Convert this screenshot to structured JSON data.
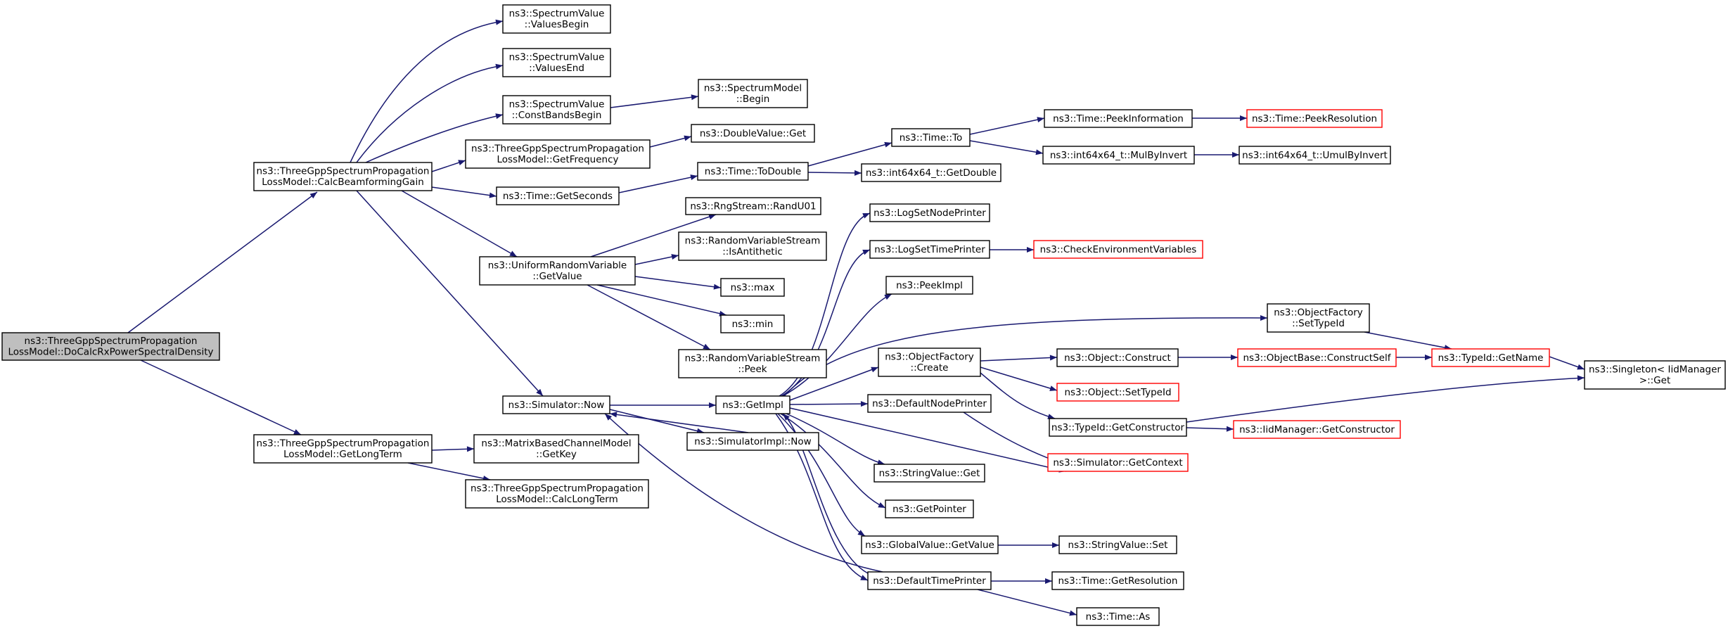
{
  "graph": {
    "nodes": [
      {
        "id": "root",
        "lines": [
          "ns3::ThreeGppSpectrumPropagation",
          "LossModel::DoCalcRxPowerSpectralDensity"
        ],
        "kind": "root"
      },
      {
        "id": "calcBeam",
        "lines": [
          "ns3::ThreeGppSpectrumPropagation",
          "LossModel::CalcBeamformingGain"
        ]
      },
      {
        "id": "getLongTerm",
        "lines": [
          "ns3::ThreeGppSpectrumPropagation",
          "LossModel::GetLongTerm"
        ]
      },
      {
        "id": "valuesBegin",
        "lines": [
          "ns3::SpectrumValue",
          "::ValuesBegin"
        ]
      },
      {
        "id": "valuesEnd",
        "lines": [
          "ns3::SpectrumValue",
          "::ValuesEnd"
        ]
      },
      {
        "id": "constBandsBegin",
        "lines": [
          "ns3::SpectrumValue",
          "::ConstBandsBegin"
        ]
      },
      {
        "id": "getFrequency",
        "lines": [
          "ns3::ThreeGppSpectrumPropagation",
          "LossModel::GetFrequency"
        ]
      },
      {
        "id": "getSeconds",
        "lines": [
          "ns3::Time::GetSeconds"
        ]
      },
      {
        "id": "uniformGetValue",
        "lines": [
          "ns3::UniformRandomVariable",
          "::GetValue"
        ]
      },
      {
        "id": "simNow",
        "lines": [
          "ns3::Simulator::Now"
        ]
      },
      {
        "id": "matrixGetKey",
        "lines": [
          "ns3::MatrixBasedChannelModel",
          "::GetKey"
        ]
      },
      {
        "id": "calcLongTerm",
        "lines": [
          "ns3::ThreeGppSpectrumPropagation",
          "LossModel::CalcLongTerm"
        ]
      },
      {
        "id": "spectrumModelBegin",
        "lines": [
          "ns3::SpectrumModel",
          "::Begin"
        ]
      },
      {
        "id": "doubleValueGet",
        "lines": [
          "ns3::DoubleValue::Get"
        ]
      },
      {
        "id": "timeToDouble",
        "lines": [
          "ns3::Time::ToDouble"
        ]
      },
      {
        "id": "randU01",
        "lines": [
          "ns3::RngStream::RandU01"
        ]
      },
      {
        "id": "isAntithetic",
        "lines": [
          "ns3::RandomVariableStream",
          "::IsAntithetic"
        ]
      },
      {
        "id": "max",
        "lines": [
          "ns3::max"
        ]
      },
      {
        "id": "min",
        "lines": [
          "ns3::min"
        ]
      },
      {
        "id": "rvsPeek",
        "lines": [
          "ns3::RandomVariableStream",
          "::Peek"
        ]
      },
      {
        "id": "getImpl",
        "lines": [
          "ns3::GetImpl"
        ]
      },
      {
        "id": "simImplNow",
        "lines": [
          "ns3::SimulatorImpl::Now"
        ]
      },
      {
        "id": "timeTo",
        "lines": [
          "ns3::Time::To"
        ]
      },
      {
        "id": "getDouble",
        "lines": [
          "ns3::int64x64_t::GetDouble"
        ]
      },
      {
        "id": "logSetNodePrinter",
        "lines": [
          "ns3::LogSetNodePrinter"
        ]
      },
      {
        "id": "logSetTimePrinter",
        "lines": [
          "ns3::LogSetTimePrinter"
        ]
      },
      {
        "id": "peekImpl",
        "lines": [
          "ns3::PeekImpl"
        ]
      },
      {
        "id": "ofCreate",
        "lines": [
          "ns3::ObjectFactory",
          "::Create"
        ]
      },
      {
        "id": "defaultNodePrinter",
        "lines": [
          "ns3::DefaultNodePrinter"
        ]
      },
      {
        "id": "stringValueGet",
        "lines": [
          "ns3::StringValue::Get"
        ]
      },
      {
        "id": "getPointer",
        "lines": [
          "ns3::GetPointer"
        ]
      },
      {
        "id": "globalValueGetValue",
        "lines": [
          "ns3::GlobalValue::GetValue"
        ]
      },
      {
        "id": "defaultTimePrinter",
        "lines": [
          "ns3::DefaultTimePrinter"
        ]
      },
      {
        "id": "peekInformation",
        "lines": [
          "ns3::Time::PeekInformation"
        ]
      },
      {
        "id": "mulByInvert",
        "lines": [
          "ns3::int64x64_t::MulByInvert"
        ]
      },
      {
        "id": "checkEnv",
        "lines": [
          "ns3::CheckEnvironmentVariables"
        ],
        "kind": "red"
      },
      {
        "id": "objectConstruct",
        "lines": [
          "ns3::Object::Construct"
        ]
      },
      {
        "id": "objectSetTypeId",
        "lines": [
          "ns3::Object::SetTypeId"
        ],
        "kind": "red"
      },
      {
        "id": "typeIdGetConstructor",
        "lines": [
          "ns3::TypeId::GetConstructor"
        ]
      },
      {
        "id": "simGetContext",
        "lines": [
          "ns3::Simulator::GetContext"
        ],
        "kind": "red"
      },
      {
        "id": "stringValueSet",
        "lines": [
          "ns3::StringValue::Set"
        ]
      },
      {
        "id": "timeGetResolution",
        "lines": [
          "ns3::Time::GetResolution"
        ]
      },
      {
        "id": "timeAs",
        "lines": [
          "ns3::Time::As"
        ]
      },
      {
        "id": "peekResolution",
        "lines": [
          "ns3::Time::PeekResolution"
        ],
        "kind": "red"
      },
      {
        "id": "umulByInvert",
        "lines": [
          "ns3::int64x64_t::UmulByInvert"
        ]
      },
      {
        "id": "ofSetTypeId",
        "lines": [
          "ns3::ObjectFactory",
          "::SetTypeId"
        ]
      },
      {
        "id": "constructSelf",
        "lines": [
          "ns3::ObjectBase::ConstructSelf"
        ],
        "kind": "red"
      },
      {
        "id": "iidGetConstructor",
        "lines": [
          "ns3::IidManager::GetConstructor"
        ],
        "kind": "red"
      },
      {
        "id": "typeIdGetName",
        "lines": [
          "ns3::TypeId::GetName"
        ],
        "kind": "red"
      },
      {
        "id": "singletonGet",
        "lines": [
          "ns3::Singleton< IidManager",
          ">::Get"
        ]
      }
    ]
  }
}
